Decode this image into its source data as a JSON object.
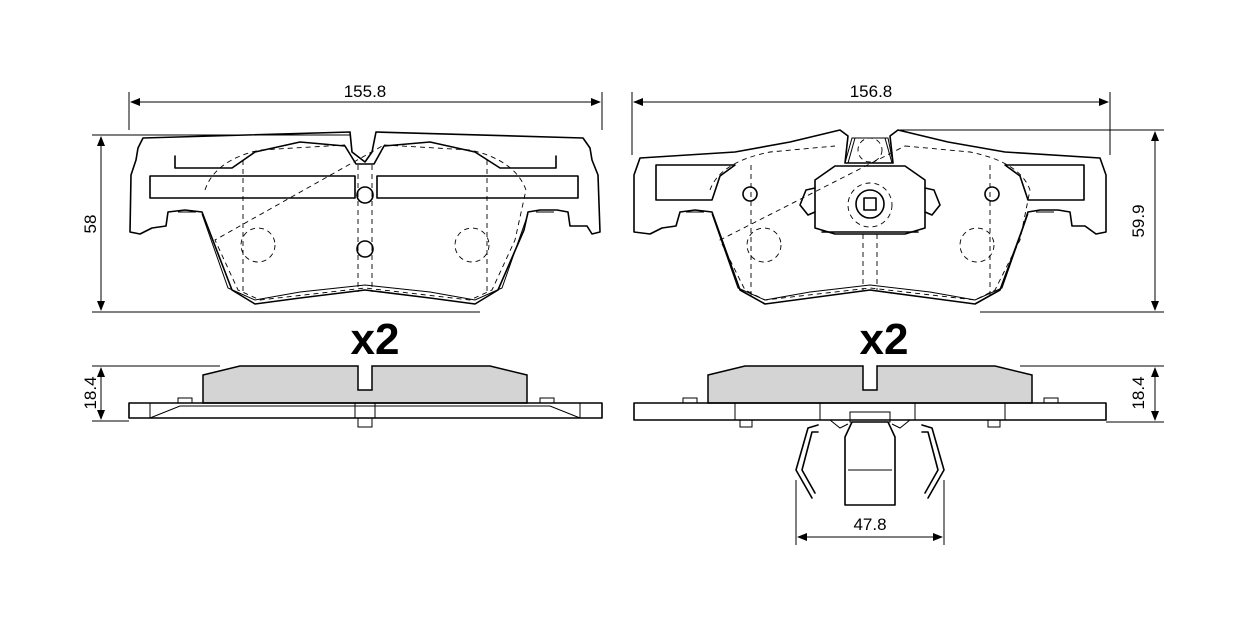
{
  "left_pad": {
    "width_label": "155.8",
    "height_label": "58",
    "thickness_label": "18.4",
    "quantity_label": "x2"
  },
  "right_pad": {
    "width_label": "156.8",
    "height_label": "59.9",
    "thickness_label": "18.4",
    "quantity_label": "x2",
    "clip_width_label": "47.8"
  },
  "colors": {
    "line": "#000000",
    "friction_material": "#d4d4d4",
    "background": "#ffffff"
  }
}
